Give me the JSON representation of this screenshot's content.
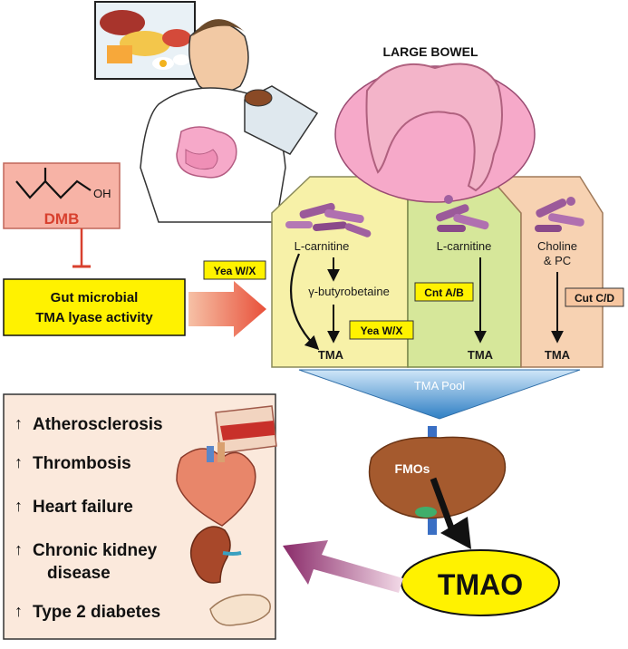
{
  "diagram": {
    "large_bowel_title": "LARGE BOWEL",
    "dmb": {
      "label": "DMB",
      "oh_label": "OH"
    },
    "lyase_box": {
      "line1": "Gut microbial",
      "line2": "TMA lyase activity"
    },
    "pathways": [
      {
        "substrate": "L-carnitine",
        "intermediate": "γ-butyrobetaine",
        "enzyme_1": "Yea W/X",
        "enzyme_2": "Yea W/X",
        "product": "TMA"
      },
      {
        "substrate": "L-carnitine",
        "enzyme": "Cnt A/B",
        "product": "TMA"
      },
      {
        "substrate_line1": "Choline",
        "substrate_line2": "& PC",
        "enzyme": "Cut C/D",
        "product": "TMA"
      }
    ],
    "tma_pool": "TMA Pool",
    "fmos": "FMOs",
    "tmao": "TMAO",
    "diseases": [
      {
        "line1": "Atherosclerosis"
      },
      {
        "line1": "Thrombosis"
      },
      {
        "line1": "Heart failure"
      },
      {
        "line1": "Chronic kidney",
        "line2": "disease"
      },
      {
        "line1": "Type 2 diabetes"
      }
    ],
    "up_arrow": "↑",
    "colors": {
      "yellow_panel": "#f7f1a8",
      "green_panel": "#d6e79a",
      "peach_panel": "#f7d2b2",
      "bowel_pink": "#f6a9c9",
      "dmb_box": "#f7b3a6",
      "lyase_yellow": "#fff200",
      "tmao_yellow": "#fff200",
      "pool_blue": "#3b8fd1",
      "disease_box": "#fbe9dc",
      "liver": "#a55a2e",
      "arrow_red": "#e8503a",
      "arrow_purple": "#8a2b6a"
    }
  }
}
